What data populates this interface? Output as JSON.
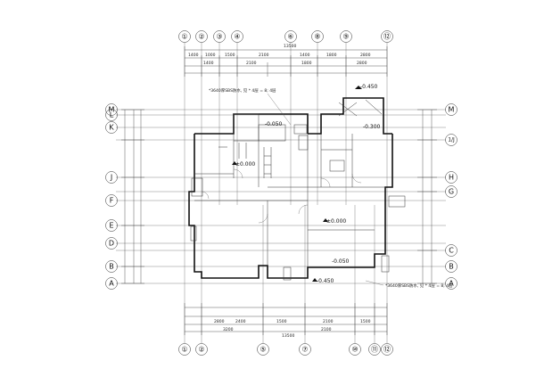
{
  "axes_top": [
    "①",
    "②",
    "③",
    "④",
    "⑥",
    "⑧",
    "⑨",
    "⑫"
  ],
  "axes_bottom": [
    "①",
    "②",
    "⑤",
    "⑦",
    "⑩",
    "⑪",
    "⑫"
  ],
  "axes_left": [
    "M",
    "L",
    "K",
    "J",
    "F",
    "E",
    "D",
    "B",
    "A"
  ],
  "axes_right": [
    "M",
    "1/J",
    "H",
    "G",
    "C",
    "B",
    "A"
  ],
  "dims_top_overall": "13500",
  "dims_bottom_overall": "13500",
  "dims_top_segments": [
    "1400",
    "1000",
    "1500",
    "2100",
    "1400",
    "1800",
    "1800",
    "2800"
  ],
  "dims_bottom_segments": [
    "2800",
    "2400",
    "1500",
    "2100",
    "1500",
    "3200"
  ],
  "elevation_labels": {
    "top_right": "-0.450",
    "living": "±0.000",
    "living2": "±0.000",
    "step1": "-0.050",
    "step2": "-0.300",
    "step3": "-0.050",
    "bottom": "-0.450"
  },
  "notes": {
    "top": "*3640厚SBS防水, 见 * 4层 = 8; 4层",
    "bottom": "*3640厚SBS防水, 见 * 4层 = 8; 4层"
  }
}
